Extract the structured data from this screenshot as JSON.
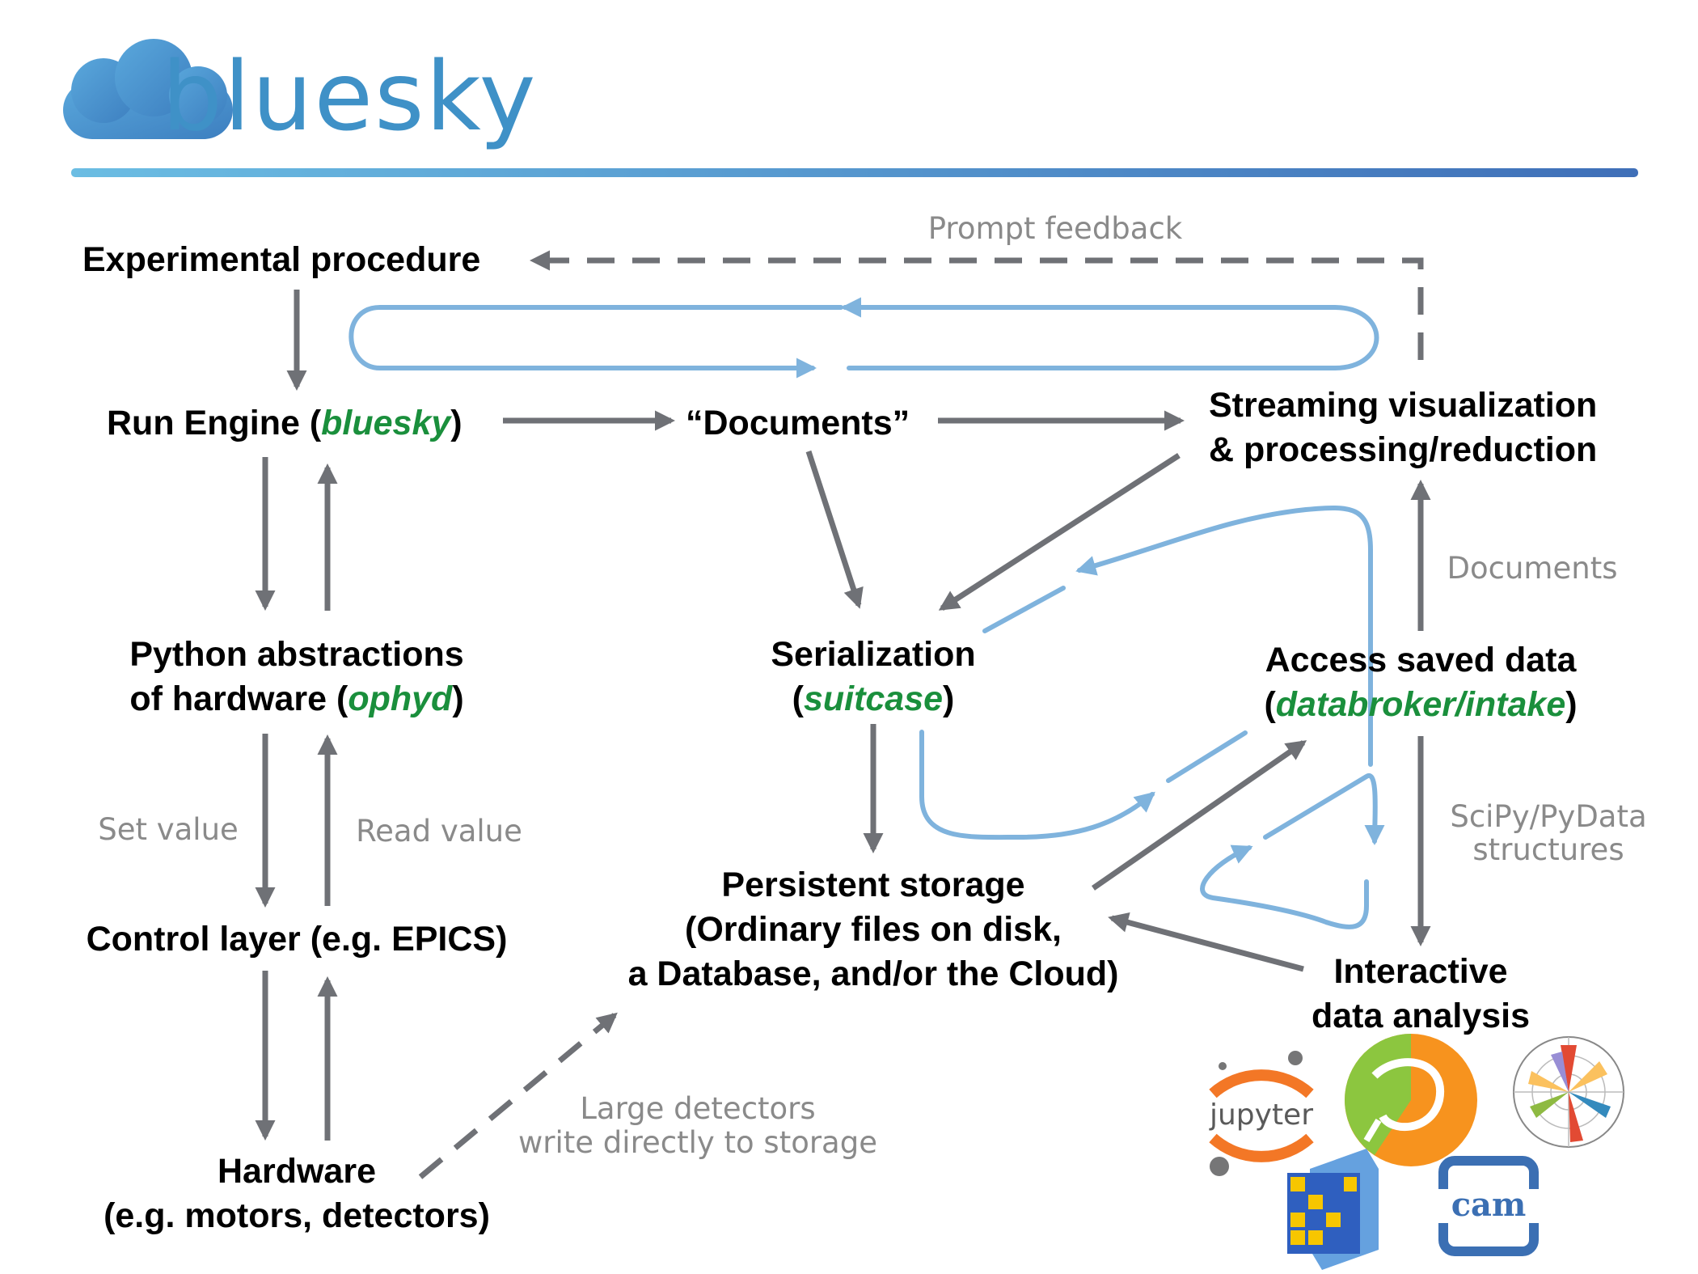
{
  "logo": {
    "text": "bluesky"
  },
  "colors": {
    "arrow_gray": "#6f7176",
    "loop_blue": "#7fb3dd",
    "highlight_green": "#1a8f3c",
    "rule_left": "#6bbde3",
    "rule_right": "#3f6fb8",
    "label_gray": "#8a8a8a"
  },
  "nodes": {
    "experimental_procedure": "Experimental procedure",
    "run_engine": {
      "pre": "Run Engine (",
      "hl": "bluesky",
      "post": ")"
    },
    "documents": "“Documents”",
    "streaming": {
      "line1": "Streaming visualization",
      "line2": "& processing/reduction"
    },
    "python_abstractions": {
      "line1": "Python abstractions",
      "line2_pre": "of hardware (",
      "hl": "ophyd",
      "post": ")"
    },
    "serialization": {
      "line1": "Serialization",
      "pre": "(",
      "hl": "suitcase",
      "post": ")"
    },
    "access_saved": {
      "line1": "Access saved data",
      "pre": "(",
      "hl": "databroker/intake",
      "post": ")"
    },
    "control_layer": "Control layer (e.g. EPICS)",
    "persistent_storage": {
      "line1": "Persistent storage",
      "line2": "(Ordinary files on disk,",
      "line3": "a Database, and/or the Cloud)"
    },
    "interactive": {
      "line1": "Interactive",
      "line2": "data analysis"
    },
    "hardware": {
      "line1": "Hardware",
      "line2": "(e.g. motors, detectors)"
    }
  },
  "edge_labels": {
    "prompt_feedback": "Prompt feedback",
    "documents": "Documents",
    "set_value": "Set value",
    "read_value": "Read value",
    "scipy": {
      "line1": "SciPy/PyData",
      "line2": "structures"
    },
    "large_detectors": {
      "line1": "Large detectors",
      "line2": "write directly to storage"
    }
  },
  "tool_logos": [
    {
      "name": "jupyter",
      "text": "jupyter"
    },
    {
      "name": "scikit-image"
    },
    {
      "name": "matplotlib"
    },
    {
      "name": "xarray"
    },
    {
      "name": "cam",
      "text": "cam"
    }
  ]
}
